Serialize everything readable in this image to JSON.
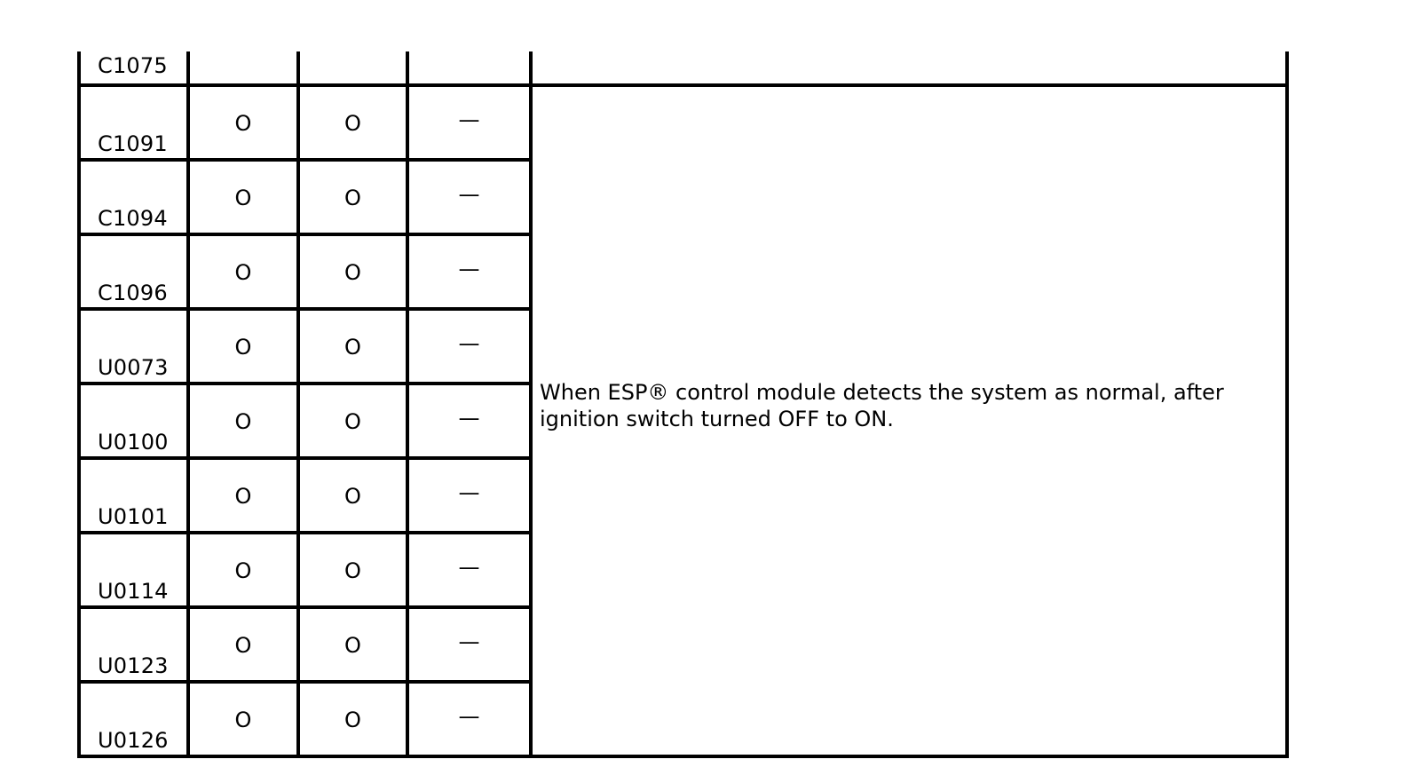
{
  "continued_row": {
    "code": "C1075"
  },
  "rows": [
    {
      "code": "C1091",
      "col1": "O",
      "col2": "O",
      "col3": "—"
    },
    {
      "code": "C1094",
      "col1": "O",
      "col2": "O",
      "col3": "—"
    },
    {
      "code": "C1096",
      "col1": "O",
      "col2": "O",
      "col3": "—"
    },
    {
      "code": "U0073",
      "col1": "O",
      "col2": "O",
      "col3": "—"
    },
    {
      "code": "U0100",
      "col1": "O",
      "col2": "O",
      "col3": "—"
    },
    {
      "code": "U0101",
      "col1": "O",
      "col2": "O",
      "col3": "—"
    },
    {
      "code": "U0114",
      "col1": "O",
      "col2": "O",
      "col3": "—"
    },
    {
      "code": "U0123",
      "col1": "O",
      "col2": "O",
      "col3": "—"
    },
    {
      "code": "U0126",
      "col1": "O",
      "col2": "O",
      "col3": "—"
    }
  ],
  "condition_note": "When ESP® control module detects the system as normal, after ignition switch turned OFF to ON."
}
